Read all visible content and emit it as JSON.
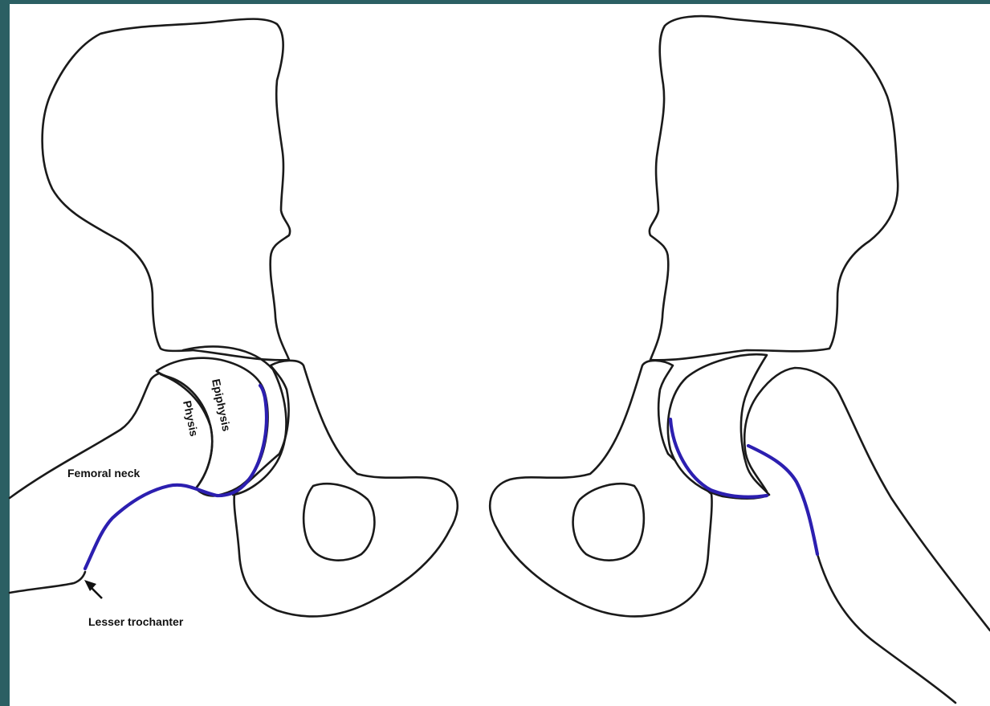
{
  "labels": {
    "epiphysis": "Epiphysis",
    "physis": "Physis",
    "femoral_neck": "Femoral neck",
    "lesser_trochanter": "Lesser trochanter"
  },
  "colors": {
    "outline": "#1a1a1a",
    "contour_line": "#2c1fb0",
    "slide_border": "#2b5f63",
    "background": "#ffffff"
  }
}
